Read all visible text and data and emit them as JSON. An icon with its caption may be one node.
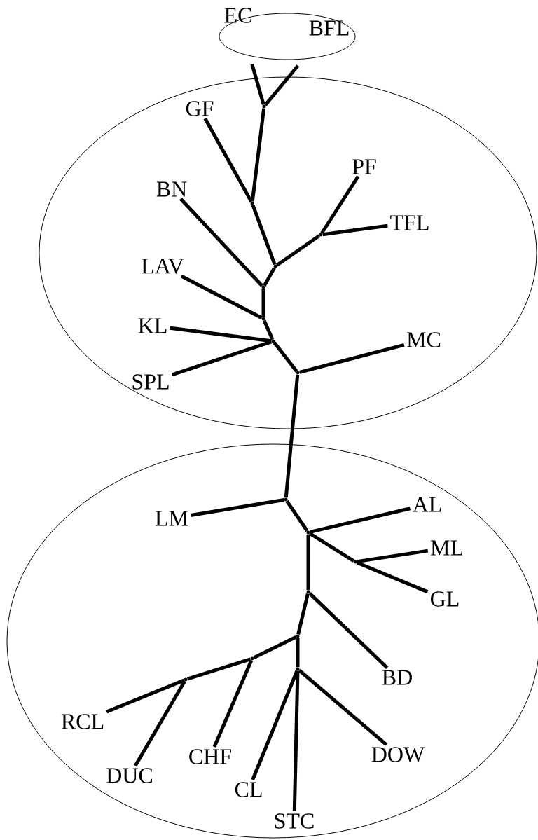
{
  "diagram": {
    "nodes": [
      {
        "text": [],
        "shape": "ellipse"
      },
      {
        "text": [
          "EC"
        ],
        "in": 0
      },
      {
        "text": [
          "BFL"
        ],
        "in": 0
      },
      {
        "text": [],
        "shape": "ellipse"
      },
      {
        "text": [
          "GF"
        ],
        "in": 3
      },
      {
        "text": [
          "PF"
        ],
        "in": 3
      },
      {
        "text": [
          "BN"
        ],
        "in": 3
      },
      {
        "text": [
          "TFL"
        ],
        "in": 3
      },
      {
        "text": [
          "LAV"
        ],
        "in": 3
      },
      {
        "text": [
          "KL"
        ],
        "in": 3
      },
      {
        "text": [
          "MC"
        ],
        "in": 3
      },
      {
        "text": [
          "SPL"
        ],
        "in": 3
      },
      {
        "text": [],
        "shape": "ellipse"
      },
      {
        "text": [
          "LM"
        ],
        "in": 12
      },
      {
        "text": [
          "AL"
        ],
        "in": 12
      },
      {
        "text": [
          "ML"
        ],
        "in": 12
      },
      {
        "text": [
          "GL"
        ],
        "in": 12
      },
      {
        "text": [
          "BD"
        ],
        "in": 12
      },
      {
        "text": [
          "RCL"
        ],
        "in": 12
      },
      {
        "text": [
          "DOW"
        ],
        "in": 12
      },
      {
        "text": [
          "CHF"
        ],
        "in": 12
      },
      {
        "text": [
          "DUC"
        ],
        "in": 12
      },
      {
        "text": [
          "CL"
        ],
        "in": 12
      },
      {
        "text": [
          "STC"
        ],
        "in": 12
      },
      {
        "text": [],
        "shape": "junction",
        "in": 3
      },
      {
        "text": [],
        "shape": "junction",
        "in": 3
      },
      {
        "text": [],
        "shape": "junction",
        "in": 3
      },
      {
        "text": [],
        "shape": "junction",
        "in": 3
      },
      {
        "text": [],
        "shape": "junction",
        "in": 3
      },
      {
        "text": [],
        "shape": "junction",
        "in": 3
      },
      {
        "text": [],
        "shape": "junction",
        "in": 3
      },
      {
        "text": [],
        "shape": "junction",
        "in": 3
      },
      {
        "text": [],
        "shape": "junction",
        "in": 12
      },
      {
        "text": [],
        "shape": "junction",
        "in": 12
      },
      {
        "text": [],
        "shape": "junction",
        "in": 12
      },
      {
        "text": [],
        "shape": "junction",
        "in": 12
      },
      {
        "text": [],
        "shape": "junction",
        "in": 12
      },
      {
        "text": [],
        "shape": "junction",
        "in": 12
      },
      {
        "text": [],
        "shape": "junction",
        "in": 12
      },
      {
        "text": [],
        "shape": "junction",
        "in": 12
      }
    ],
    "edges": [
      {
        "from": 1,
        "to": 24,
        "arrow": "none"
      },
      {
        "from": 2,
        "to": 24,
        "arrow": "none"
      },
      {
        "from": 24,
        "to": 25,
        "arrow": "none"
      },
      {
        "from": 4,
        "to": 25,
        "arrow": "none"
      },
      {
        "from": 25,
        "to": 26,
        "arrow": "none"
      },
      {
        "from": 26,
        "to": 27,
        "arrow": "none"
      },
      {
        "from": 27,
        "to": 5,
        "arrow": "none"
      },
      {
        "from": 27,
        "to": 7,
        "arrow": "none"
      },
      {
        "from": 26,
        "to": 28,
        "arrow": "none"
      },
      {
        "from": 6,
        "to": 28,
        "arrow": "none"
      },
      {
        "from": 28,
        "to": 29,
        "arrow": "none"
      },
      {
        "from": 8,
        "to": 29,
        "arrow": "none"
      },
      {
        "from": 29,
        "to": 30,
        "arrow": "none"
      },
      {
        "from": 9,
        "to": 30,
        "arrow": "none"
      },
      {
        "from": 11,
        "to": 30,
        "arrow": "none"
      },
      {
        "from": 30,
        "to": 31,
        "arrow": "none"
      },
      {
        "from": 10,
        "to": 31,
        "arrow": "none"
      },
      {
        "from": 31,
        "to": 32,
        "arrow": "none"
      },
      {
        "from": 13,
        "to": 32,
        "arrow": "none"
      },
      {
        "from": 32,
        "to": 33,
        "arrow": "none"
      },
      {
        "from": 14,
        "to": 33,
        "arrow": "none"
      },
      {
        "from": 33,
        "to": 34,
        "arrow": "none"
      },
      {
        "from": 15,
        "to": 34,
        "arrow": "none"
      },
      {
        "from": 16,
        "to": 34,
        "arrow": "none"
      },
      {
        "from": 33,
        "to": 35,
        "arrow": "none"
      },
      {
        "from": 35,
        "to": 17,
        "arrow": "none"
      },
      {
        "from": 35,
        "to": 36,
        "arrow": "none"
      },
      {
        "from": 36,
        "to": 37,
        "arrow": "none"
      },
      {
        "from": 37,
        "to": 20,
        "arrow": "none"
      },
      {
        "from": 37,
        "to": 38,
        "arrow": "none"
      },
      {
        "from": 38,
        "to": 18,
        "arrow": "none"
      },
      {
        "from": 38,
        "to": 21,
        "arrow": "none"
      },
      {
        "from": 36,
        "to": 39,
        "arrow": "none"
      },
      {
        "from": 39,
        "to": 19,
        "arrow": "none"
      },
      {
        "from": 39,
        "to": 22,
        "arrow": "none"
      },
      {
        "from": 39,
        "to": 23,
        "arrow": "none"
      }
    ]
  }
}
